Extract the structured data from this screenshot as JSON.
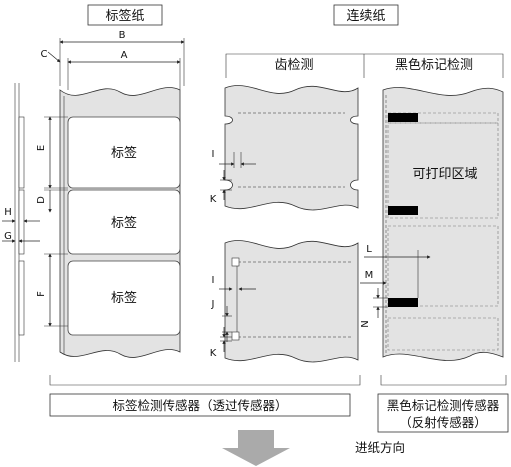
{
  "headers": {
    "label_paper": "标签纸",
    "continuous_paper": "连续纸",
    "gap_detection": "齿检测",
    "black_mark_detection": "黑色标记检测"
  },
  "label_text": "标签",
  "printable_area": "可打印区域",
  "captions": {
    "label_sensor": "标签检测传感器（透过传感器）",
    "black_mark_sensor_line1": "黑色标记检测传感器",
    "black_mark_sensor_line2": "（反射传感器）"
  },
  "feed_direction": "进纸方向",
  "dims": {
    "A": "A",
    "B": "B",
    "C": "C",
    "D": "D",
    "E": "E",
    "F": "F",
    "G": "G",
    "H": "H",
    "I": "I",
    "J": "J",
    "K": "K",
    "L": "L",
    "M": "M",
    "N": "N"
  },
  "colors": {
    "paper": "#e3e3e3",
    "mark": "#000000",
    "arrow": "#aaaaaa"
  }
}
